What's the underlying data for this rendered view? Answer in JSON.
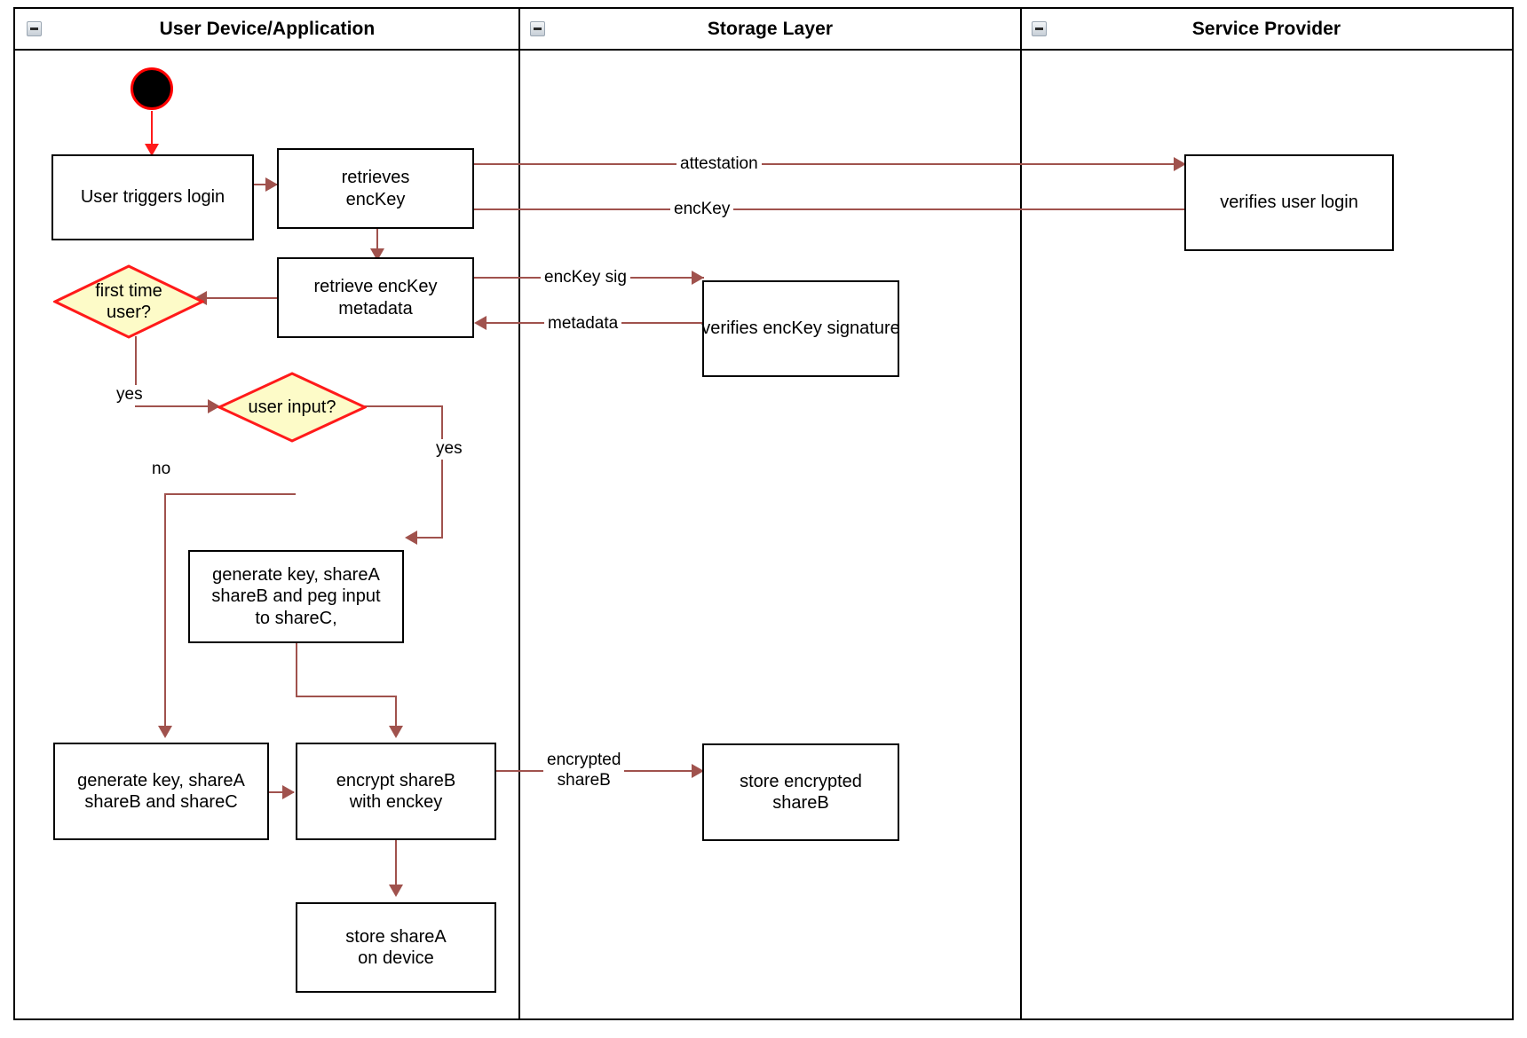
{
  "diagram": {
    "title": "Login / key-share provisioning activity diagram",
    "colors": {
      "edge": "#a0524d",
      "start_accent": "#ff1a1a",
      "decision_fill": "#fdfbc8",
      "decision_border": "#ff1a1a",
      "node_border": "#000000",
      "lane_border": "#000000"
    },
    "lanes": [
      {
        "id": "user-device",
        "label": "User Device/Application",
        "collapse_icon": "collapse-minus-icon"
      },
      {
        "id": "storage-layer",
        "label": "Storage Layer",
        "collapse_icon": "collapse-minus-icon"
      },
      {
        "id": "service-provider",
        "label": "Service Provider",
        "collapse_icon": "collapse-minus-icon"
      }
    ],
    "nodes": {
      "start": {
        "icon": "initial-node-icon"
      },
      "user_triggers_login": {
        "label": "User triggers login"
      },
      "retrieves_enckey": {
        "line1": "retrieves",
        "line2": "encKey"
      },
      "verifies_user_login": {
        "label": "verifies user login"
      },
      "retrieve_enckey_metadata": {
        "line1": "retrieve encKey",
        "line2": "metadata"
      },
      "verifies_enckey_signature": {
        "label": "verifies encKey signature"
      },
      "first_time_user": {
        "line1": "first time",
        "line2": "user?"
      },
      "user_input": {
        "label": "user input?"
      },
      "generate_peg": {
        "line1": "generate key, shareA",
        "line2": "shareB and peg input",
        "line3": "to shareC,"
      },
      "generate_abc": {
        "line1": "generate key, shareA",
        "line2": "shareB and shareC"
      },
      "encrypt_shareb": {
        "line1": "encrypt shareB",
        "line2": "with enckey"
      },
      "store_encrypted_shareb": {
        "line1": "store encrypted",
        "line2": "shareB"
      },
      "store_sharea": {
        "line1": "store shareA",
        "line2": "on device"
      }
    },
    "edge_labels": {
      "attestation": "attestation",
      "enckey": "encKey",
      "enckey_sig": "encKey sig",
      "metadata": "metadata",
      "yes_first_time": "yes",
      "yes_user_input": "yes",
      "no_user_input": "no",
      "encrypted_shareb_l1": "encrypted",
      "encrypted_shareb_l2": "shareB"
    }
  }
}
